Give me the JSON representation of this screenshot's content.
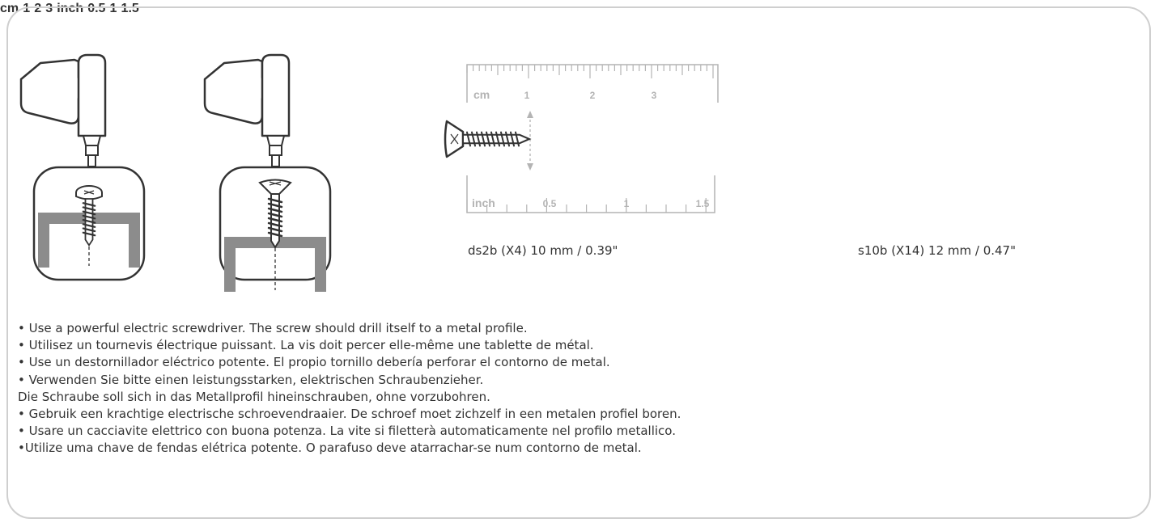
{
  "rulers": {
    "cm_unit": "cm",
    "cm_ticks": [
      "1",
      "2",
      "3"
    ],
    "inch_unit": "inch",
    "inch_ticks": [
      "0.5",
      "1",
      "1.5"
    ]
  },
  "screws": [
    {
      "label": "ds2b (X4) 10 mm / 0.39\""
    },
    {
      "label": "s10b (X14) 12 mm / 0.47\""
    }
  ],
  "instructions": [
    "• Use a powerful electric screwdriver. The screw should drill itself to a metal profile.",
    "• Utilisez un tournevis électrique puissant. La vis doit percer elle-même une tablette de métal.",
    "• Use un destornillador eléctrico potente. El propio tornillo debería perforar el contorno de metal.",
    "• Verwenden Sie bitte einen leistungsstarken, elektrischen Schraubenzieher.",
    "Die Schraube soll sich in das Metallprofil hineinschrauben, ohne vorzubohren.",
    "• Gebruik een krachtige electrische schroevendraaier. De schroef moet zichzelf in een metalen profiel boren.",
    "• Usare un cacciavite elettrico con buona potenza. La vite si filetterà automaticamente nel profilo metallico.",
    "•Utilize uma chave de fendas elétrica potente. O parafuso deve atarrachar-se num contorno de metal."
  ]
}
